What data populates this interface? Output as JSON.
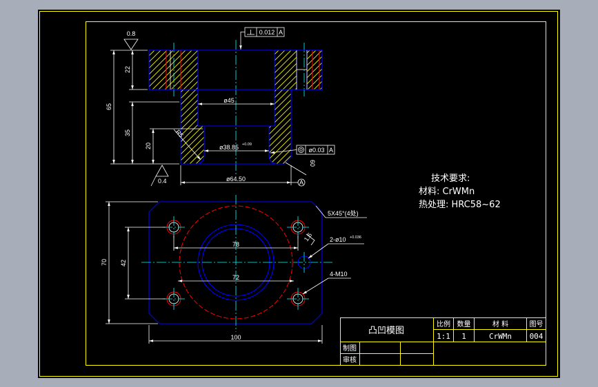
{
  "colors": {
    "surround": "#a7aeb9",
    "canvas": "#000000",
    "frame": "#ffff00",
    "outline": "#0000ff",
    "center_line": "#00ffff",
    "hidden_line": "#ff0000",
    "dimension": "#ffffff"
  },
  "section_view": {
    "perpendicularity": {
      "icon": "perpendicularity-icon",
      "value": "0.012",
      "datum": "A"
    },
    "roughness_top": "0.8",
    "dim_flange_height": "22",
    "dim_total_height": "65",
    "dim_body_height": "35",
    "dim_bore_depth": "20",
    "dim_fillet": "R5",
    "dim_upper_bore": "ø45",
    "dim_lower_bore": "ø38.85",
    "dim_lower_bore_tol": "+0.09",
    "concentricity": {
      "icon": "concentricity-icon",
      "value": "ø0.03",
      "datum": "A"
    },
    "dim_angle": "60",
    "roughness_bottom": "0.4",
    "dim_body_dia": "ø64.50",
    "datum_label": "A"
  },
  "plan_view": {
    "chamfer_note": "5X45°(4处)",
    "pin_hole_note": "2-ø10",
    "pin_hole_tol": "+0.036",
    "pin_hole_roughness": "1.6",
    "thread_note": "4-M10",
    "dim_upper_span": "78",
    "dim_lower_span": "72",
    "dim_width": "100",
    "dim_height": "70",
    "dim_hole_pitch": "42"
  },
  "tech_requirements": {
    "heading": "技术要求:",
    "material": "材料: CrWMn",
    "heat_treatment": "热处理: HRC58~62"
  },
  "title_block": {
    "drawing_name": "凸凹模图",
    "headers": {
      "scale": "比例",
      "quantity": "数量",
      "material": "材 料",
      "drawing_no": "图号"
    },
    "values": {
      "scale": "1:1",
      "quantity": "1",
      "material": "CrWMn",
      "drawing_no": "004"
    },
    "drawn_by_label": "制图",
    "checked_by_label": "审核"
  }
}
